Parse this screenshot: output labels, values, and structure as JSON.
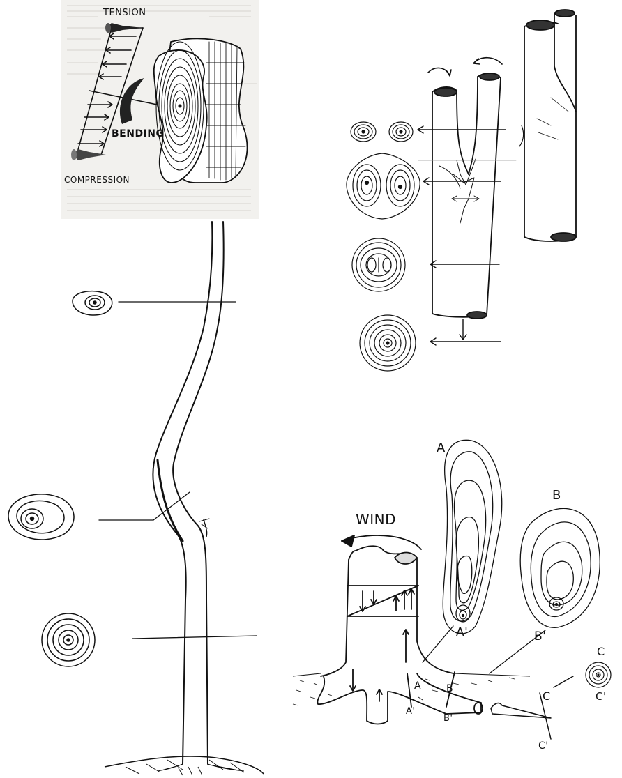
{
  "panel_stress": {
    "labels": {
      "tension": "TENSION",
      "bending": "BENDING",
      "compression": "COMPRESSION"
    }
  },
  "panel_wind": {
    "wind_label": "WIND",
    "section_labels": {
      "a": "A",
      "a_prime": "A'",
      "b": "B",
      "b_prime": "B'",
      "c": "C",
      "c_prime": "C'"
    }
  },
  "colors": {
    "ink": "#111111",
    "paper": "#ffffff",
    "old_paper": "#f2f1ee"
  }
}
